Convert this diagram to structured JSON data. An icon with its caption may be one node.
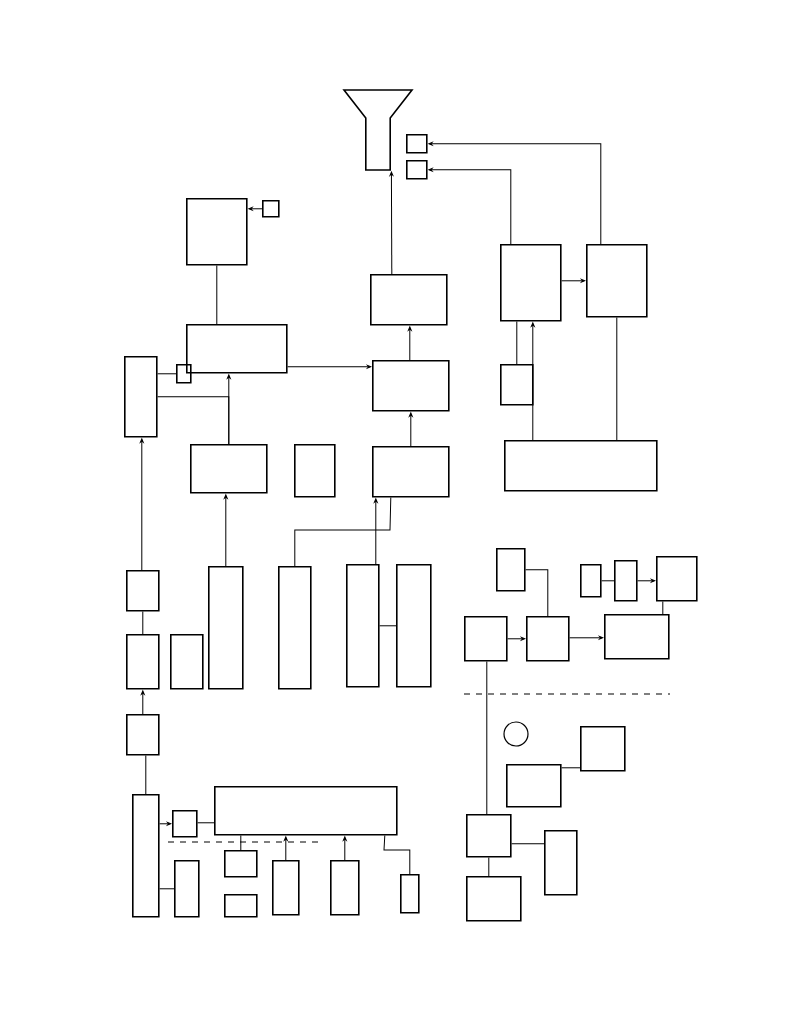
{
  "diagram": {
    "nodes": [
      {
        "text": [],
        "shape": "tube"
      },
      {
        "text": [],
        "shape": "box"
      },
      {
        "text": [],
        "shape": "box"
      },
      {
        "text": [],
        "shape": "box"
      },
      {
        "text": [],
        "shape": "box"
      },
      {
        "text": [],
        "shape": "box"
      },
      {
        "text": [],
        "shape": "box"
      },
      {
        "text": [],
        "shape": "box"
      },
      {
        "text": [],
        "shape": "box"
      },
      {
        "text": [],
        "shape": "box"
      },
      {
        "text": [],
        "shape": "box"
      },
      {
        "text": [],
        "shape": "box"
      },
      {
        "text": [],
        "shape": "box"
      },
      {
        "text": [],
        "shape": "box"
      },
      {
        "text": [],
        "shape": "box"
      },
      {
        "text": [],
        "shape": "box"
      },
      {
        "text": [],
        "shape": "box"
      },
      {
        "text": [],
        "shape": "box"
      },
      {
        "text": [],
        "shape": "box"
      },
      {
        "text": [],
        "shape": "box"
      },
      {
        "text": [],
        "shape": "box"
      },
      {
        "text": [],
        "shape": "box"
      },
      {
        "text": [],
        "shape": "box"
      },
      {
        "text": [],
        "shape": "box"
      },
      {
        "text": [],
        "shape": "box"
      },
      {
        "text": [],
        "shape": "box"
      },
      {
        "text": [],
        "shape": "box"
      },
      {
        "text": [],
        "shape": "box"
      },
      {
        "text": [],
        "shape": "box"
      },
      {
        "text": [],
        "shape": "box"
      },
      {
        "text": [],
        "shape": "box"
      },
      {
        "text": [],
        "shape": "box"
      },
      {
        "text": [],
        "shape": "box"
      },
      {
        "text": [],
        "shape": "box"
      },
      {
        "text": [],
        "shape": "box"
      },
      {
        "text": [],
        "shape": "box"
      },
      {
        "text": [],
        "shape": "box"
      },
      {
        "text": [],
        "shape": "box"
      },
      {
        "text": [],
        "shape": "box"
      },
      {
        "text": [],
        "shape": "box"
      },
      {
        "text": [],
        "shape": "box"
      },
      {
        "text": [],
        "shape": "box"
      },
      {
        "text": [],
        "shape": "box"
      },
      {
        "text": [],
        "shape": "box"
      },
      {
        "text": [],
        "shape": "box"
      },
      {
        "text": [],
        "shape": "box"
      }
    ],
    "edges": [
      {
        "from": 4,
        "to": 3,
        "arrow": "to"
      },
      {
        "from": 8,
        "to": 3,
        "arrow": "none"
      },
      {
        "from": 13,
        "to": 8,
        "arrow": "to"
      },
      {
        "from": 9,
        "to": 13,
        "arrow": "none"
      },
      {
        "from": 10,
        "to": 9,
        "arrow": "none"
      },
      {
        "from": 11,
        "to": 5,
        "arrow": "to"
      },
      {
        "from": 15,
        "to": 11,
        "arrow": "to"
      },
      {
        "from": 8,
        "to": 11,
        "arrow": "to"
      },
      {
        "from": 6,
        "to": 7,
        "arrow": "to"
      },
      {
        "from": 12,
        "to": 6,
        "arrow": "none"
      },
      {
        "from": 16,
        "to": 6,
        "arrow": "to"
      },
      {
        "from": 16,
        "to": 7,
        "arrow": "none"
      },
      {
        "from": 5,
        "to": 0,
        "arrow": "to"
      },
      {
        "from": 6,
        "to": 2,
        "arrow": "to"
      },
      {
        "from": 7,
        "to": 1,
        "arrow": "to"
      },
      {
        "from": 17,
        "to": 9,
        "arrow": "to"
      },
      {
        "from": 29,
        "to": 17,
        "arrow": "none"
      },
      {
        "from": 18,
        "to": 13,
        "arrow": "to"
      },
      {
        "from": 19,
        "to": 15,
        "arrow": "none"
      },
      {
        "from": 20,
        "to": 15,
        "arrow": "to"
      },
      {
        "from": 20,
        "to": 21,
        "arrow": "none"
      },
      {
        "from": 26,
        "to": 27,
        "arrow": "to"
      },
      {
        "from": 27,
        "to": 28,
        "arrow": "to"
      },
      {
        "from": 22,
        "to": 27,
        "arrow": "none"
      },
      {
        "from": 24,
        "to": 25,
        "arrow": "to"
      },
      {
        "from": 23,
        "to": 24,
        "arrow": "none"
      },
      {
        "from": 25,
        "to": 28,
        "arrow": "none"
      },
      {
        "from": 31,
        "to": 29,
        "arrow": "to"
      },
      {
        "from": 36,
        "to": 31,
        "arrow": "none"
      },
      {
        "from": 35,
        "to": 34,
        "arrow": "none"
      },
      {
        "from": 36,
        "to": 35,
        "arrow": "to"
      },
      {
        "from": 38,
        "to": 36,
        "arrow": "none"
      },
      {
        "from": 37,
        "to": 34,
        "arrow": "none"
      },
      {
        "from": 39,
        "to": 34,
        "arrow": "to"
      },
      {
        "from": 40,
        "to": 34,
        "arrow": "to"
      },
      {
        "from": 41,
        "to": 34,
        "arrow": "none"
      },
      {
        "from": 26,
        "to": 42,
        "arrow": "none"
      },
      {
        "from": 33,
        "to": 32,
        "arrow": "none"
      },
      {
        "from": 42,
        "to": 45,
        "arrow": "none"
      },
      {
        "from": 43,
        "to": 42,
        "arrow": "none"
      }
    ]
  }
}
